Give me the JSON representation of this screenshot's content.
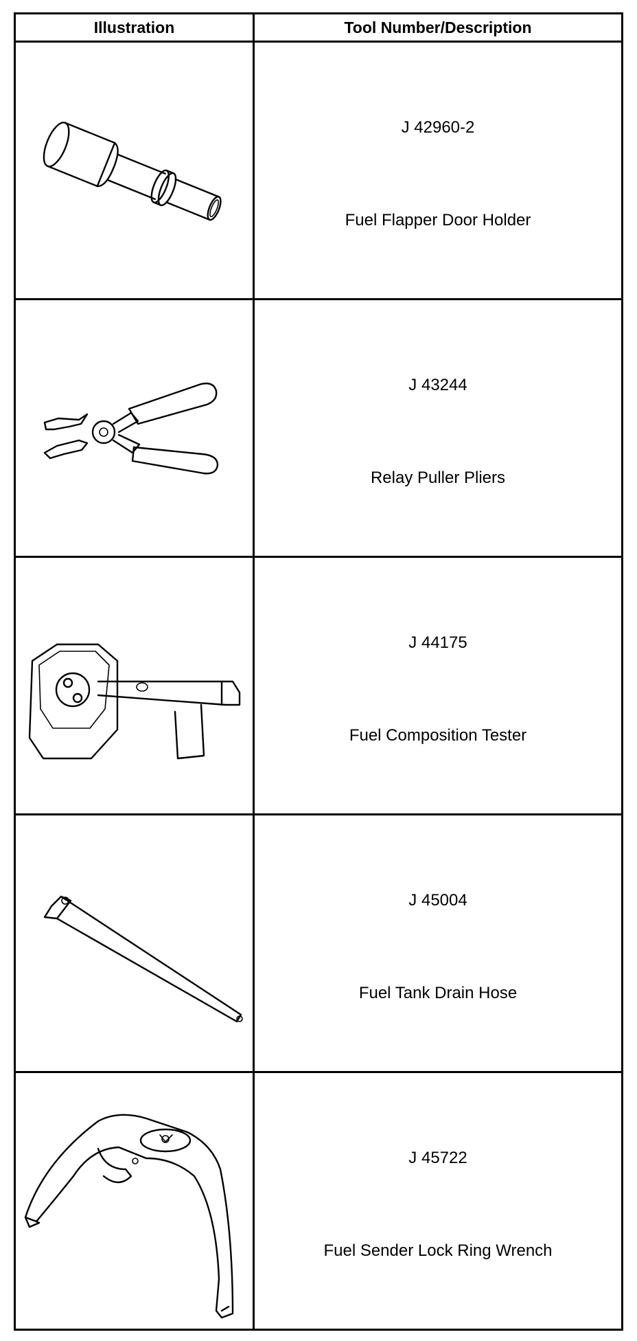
{
  "table": {
    "headers": [
      "Illustration",
      "Tool Number/Description"
    ],
    "rows": [
      {
        "tool_number": "J 42960-2",
        "description": "Fuel Flapper Door Holder",
        "icon": "flapper-door-holder-icon"
      },
      {
        "tool_number": "J 43244",
        "description": "Relay Puller Pliers",
        "icon": "relay-puller-pliers-icon"
      },
      {
        "tool_number": "J 44175",
        "description": "Fuel Composition Tester",
        "icon": "fuel-composition-tester-icon"
      },
      {
        "tool_number": "J 45004",
        "description": "Fuel Tank Drain Hose",
        "icon": "fuel-tank-drain-hose-icon"
      },
      {
        "tool_number": "J 45722",
        "description": "Fuel Sender Lock Ring Wrench",
        "icon": "lock-ring-wrench-icon"
      }
    ]
  }
}
